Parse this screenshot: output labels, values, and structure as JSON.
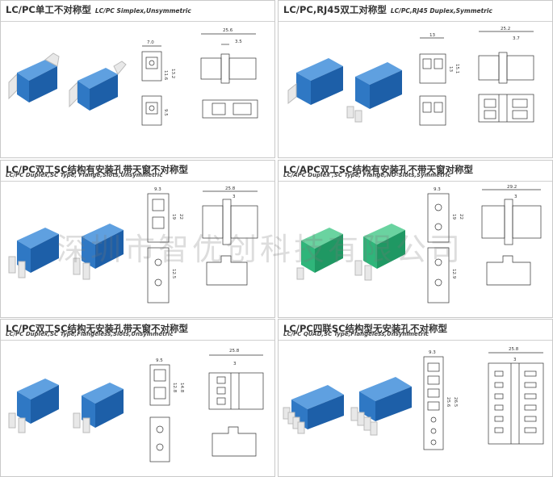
{
  "panels": [
    {
      "title": "LC/PC单工不对称型",
      "title_en": "LC/PC Simplex,Unsymmetric",
      "subtitle": "",
      "color": "#2f78c4",
      "dims": [
        "25.6",
        "3.5",
        "7.0",
        "11.6",
        "13.2",
        "9.5"
      ]
    },
    {
      "title": "LC/PC,RJ45双工对称型",
      "title_en": "LC/PC,RJ45 Duplex,Symmetric",
      "subtitle": "",
      "color": "#2f78c4",
      "dims": [
        "25.2",
        "3.7",
        "13",
        "15.1",
        "13"
      ]
    },
    {
      "title": "LC/PC双工SC结构有安装孔带天窗不对称型",
      "title_en": "",
      "subtitle": "LC/PC Duplex,SC Type, Flange,Slots,Unsymmetric",
      "color": "#2f78c4",
      "dims": [
        "25.8",
        "3",
        "9.3",
        "19",
        "22",
        "12.5"
      ]
    },
    {
      "title": "LC/APC双工SC结构有安装孔不带天窗对称型",
      "title_en": "",
      "subtitle": "LC/APC Duplex ,SC Type, Flange,NO-Slots,Symmetric",
      "color": "#2fb57a",
      "dims": [
        "29.2",
        "3",
        "9.3",
        "19",
        "22",
        "12.9"
      ]
    },
    {
      "title": "LC/PC双工SC结构无安装孔带天窗不对称型",
      "title_en": "",
      "subtitle": "LC/PC Duplex,SC Type,Flangeless,Slots,Unsymmetric",
      "color": "#2f78c4",
      "dims": [
        "25.8",
        "3",
        "9.5",
        "12.8",
        "14.8"
      ]
    },
    {
      "title": "LC/PC四联SC结构型无安装孔不对称型",
      "title_en": "",
      "subtitle": "LC/PC QUAD,SC Type,Flangeless,Unsymmetric",
      "color": "#2f78c4",
      "dims": [
        "25.8",
        "3",
        "9.3",
        "25.6",
        "26.5"
      ]
    }
  ],
  "watermark": "深圳市智优创科技有限公司"
}
